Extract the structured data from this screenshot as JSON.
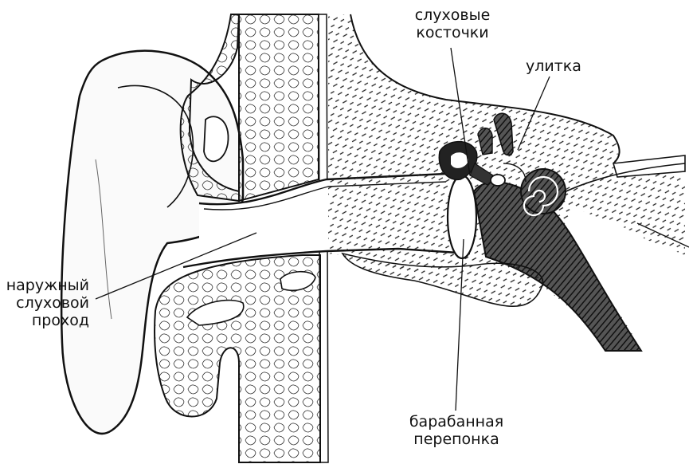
{
  "labels": {
    "ossicles": [
      "слуховые",
      "косточки"
    ],
    "cochlea": "улитка",
    "ear_canal": [
      "наружный",
      "слуховой",
      "проход"
    ],
    "eardrum": [
      "барабанная",
      "перепонка"
    ]
  },
  "colors": {
    "ink": "#111111",
    "paper": "#ffffff",
    "bone_fill": "#f4f4f4",
    "dark_fill": "#333333"
  }
}
